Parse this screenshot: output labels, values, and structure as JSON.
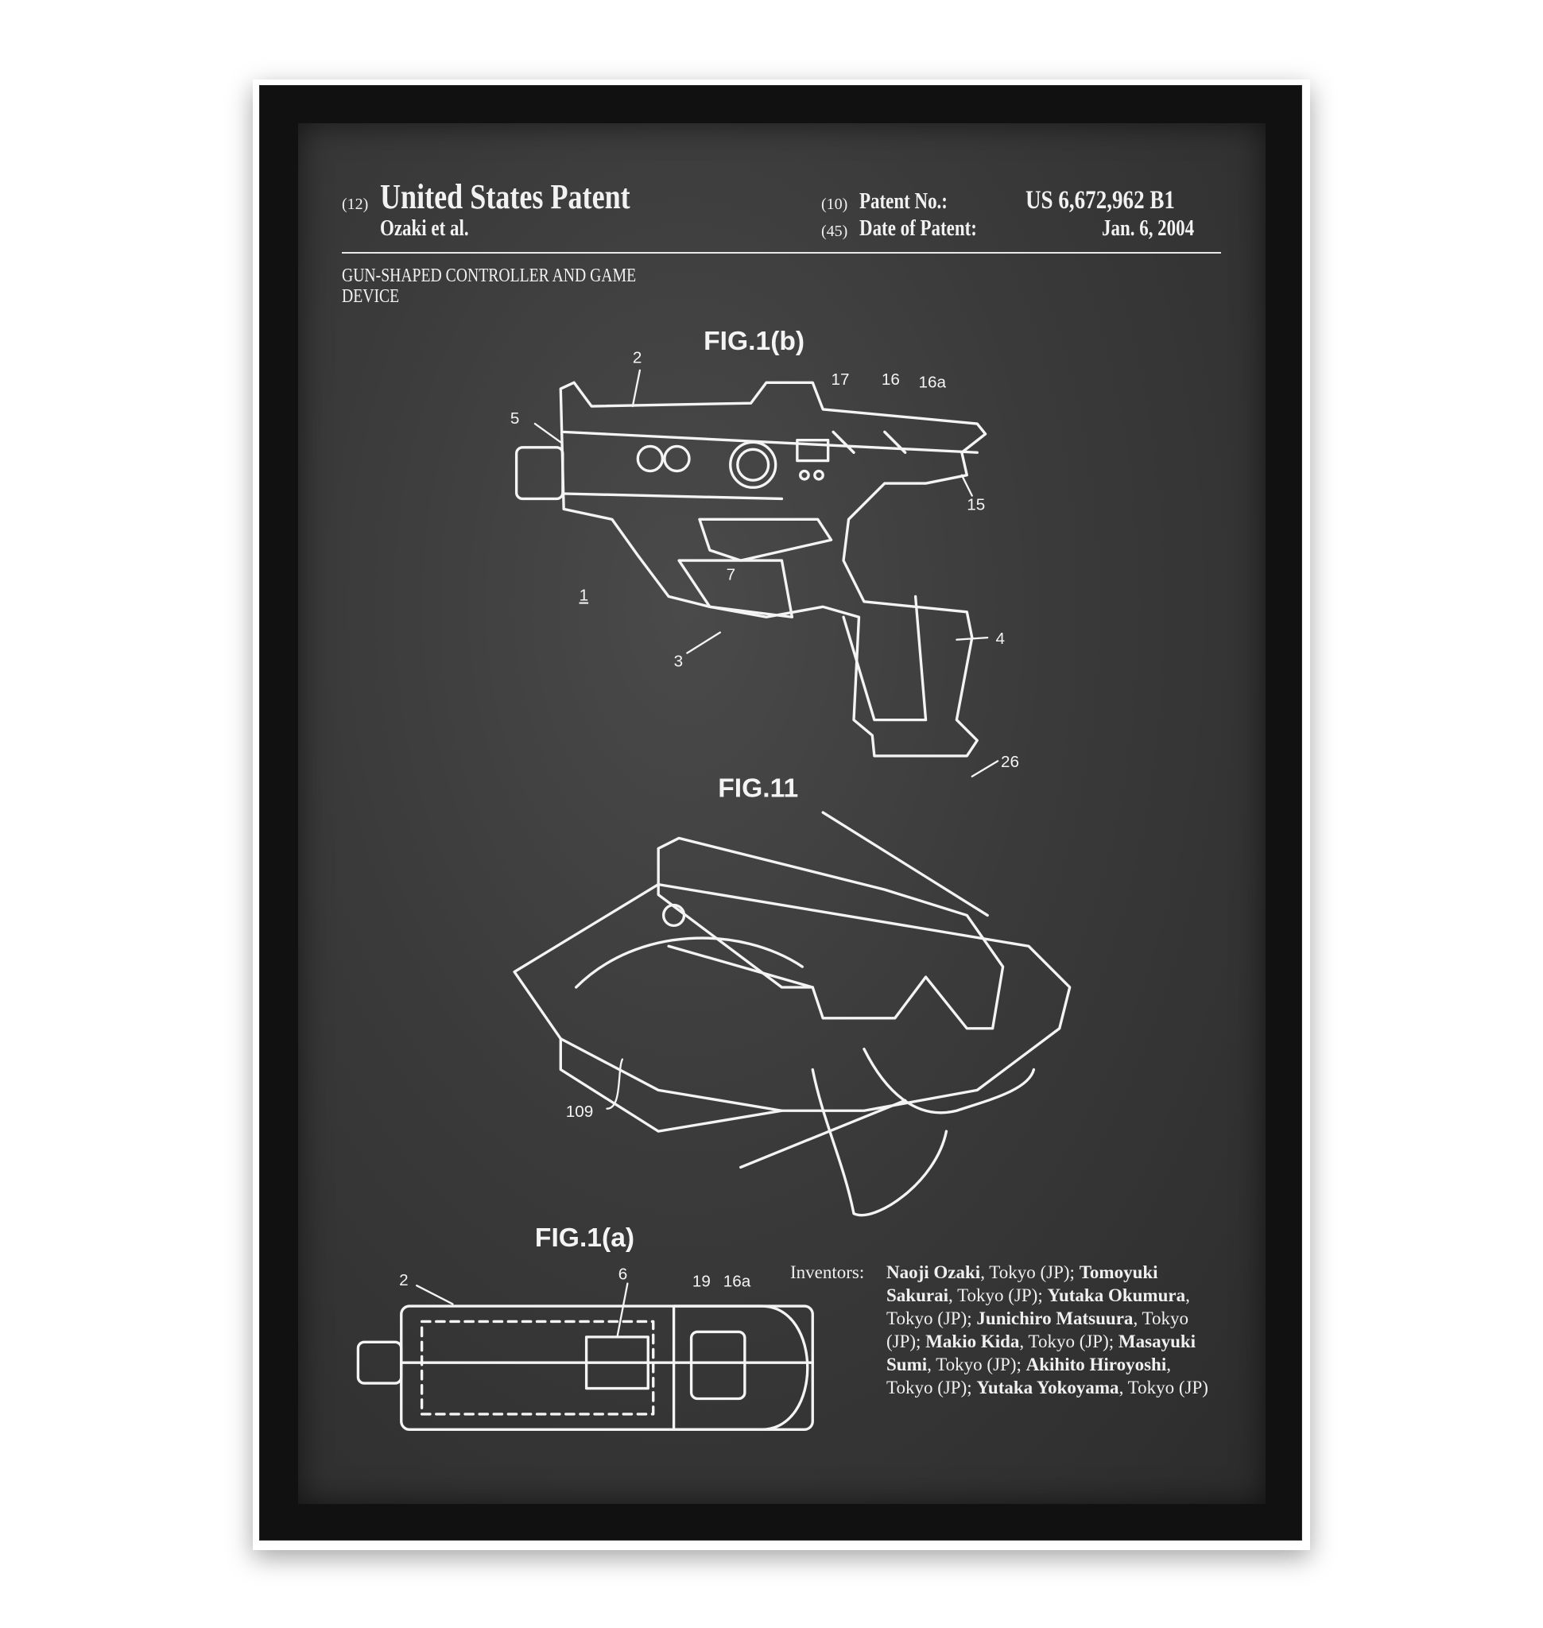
{
  "header": {
    "code_12": "(12)",
    "title": "United States Patent",
    "assignee_line": "Ozaki et al.",
    "code_10": "(10)",
    "patent_no_label": "Patent No.:",
    "patent_no": "US 6,672,962 B1",
    "code_45": "(45)",
    "date_label": "Date of Patent:",
    "date": "Jan. 6, 2004"
  },
  "invention_title_line1": "GUN-SHAPED CONTROLLER AND GAME",
  "invention_title_line2": "DEVICE",
  "figures": {
    "fig1b": {
      "title": "FIG.1(b)",
      "refs": [
        "2",
        "17",
        "16",
        "16a",
        "5",
        "15",
        "7",
        "1",
        "3",
        "4",
        "26"
      ]
    },
    "fig11": {
      "title": "FIG.11",
      "refs": [
        "109"
      ]
    },
    "fig1a": {
      "title": "FIG.1(a)",
      "refs": [
        "2",
        "6",
        "19",
        "16a"
      ]
    }
  },
  "inventors": {
    "label": "Inventors:",
    "entries": [
      {
        "name": "Naoji Ozaki",
        "loc": ", Tokyo (JP); "
      },
      {
        "name": "Tomoyuki Sakurai",
        "loc": ", Tokyo (JP); "
      },
      {
        "name": "Yutaka Okumura",
        "loc": ", Tokyo (JP); "
      },
      {
        "name": "Junichiro Matsuura",
        "loc": ", Tokyo (JP); "
      },
      {
        "name": "Makio Kida",
        "loc": ", Tokyo (JP); "
      },
      {
        "name": "Masayuki Sumi",
        "loc": ", Tokyo (JP); "
      },
      {
        "name": "Akihito Hiroyoshi",
        "loc": ", Tokyo (JP); "
      },
      {
        "name": "Yutaka Yokoyama",
        "loc": ", Tokyo (JP)"
      }
    ]
  },
  "colors": {
    "chalkboard": "#3a3a3a",
    "frame": "#111111",
    "chalk": "#f2f2f2"
  }
}
